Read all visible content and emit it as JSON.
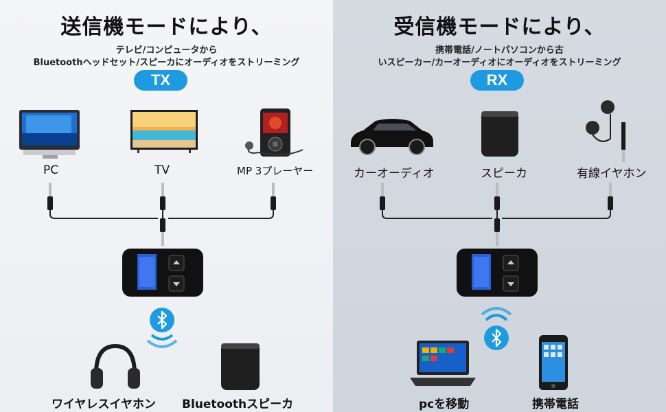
{
  "tx": {
    "title": "送信機モードにより、",
    "subtitle_line1": "テレビ/コンピュータから",
    "subtitle_line2": "Bluetoothヘッドセット/スピーカにオーディオをストリーミング",
    "mode": "TX",
    "sources": [
      "PC",
      "TV",
      "MP 3プレーヤー"
    ],
    "outputs": [
      "ワイヤレスイヤホン",
      "Bluetoothスピーカ"
    ]
  },
  "rx": {
    "title": "受信機モードにより、",
    "subtitle_line1": "携帯電話/ノートパソコンから古",
    "subtitle_line2": "いスピーカー/カーオーディオにオーディオをストリーミング",
    "mode": "RX",
    "outputs": [
      "カーオーディオ",
      "スピーカ",
      "有線イヤホン"
    ],
    "sources": [
      "pcを移動",
      "携帯電話"
    ]
  },
  "colors": {
    "accent": "#1e9be0",
    "left_bg": "#f0f1f3",
    "right_bg": "#d3d8df"
  },
  "icons": {
    "bluetooth": "bluetooth-icon",
    "wifi_waves": "signal-waves-icon"
  }
}
